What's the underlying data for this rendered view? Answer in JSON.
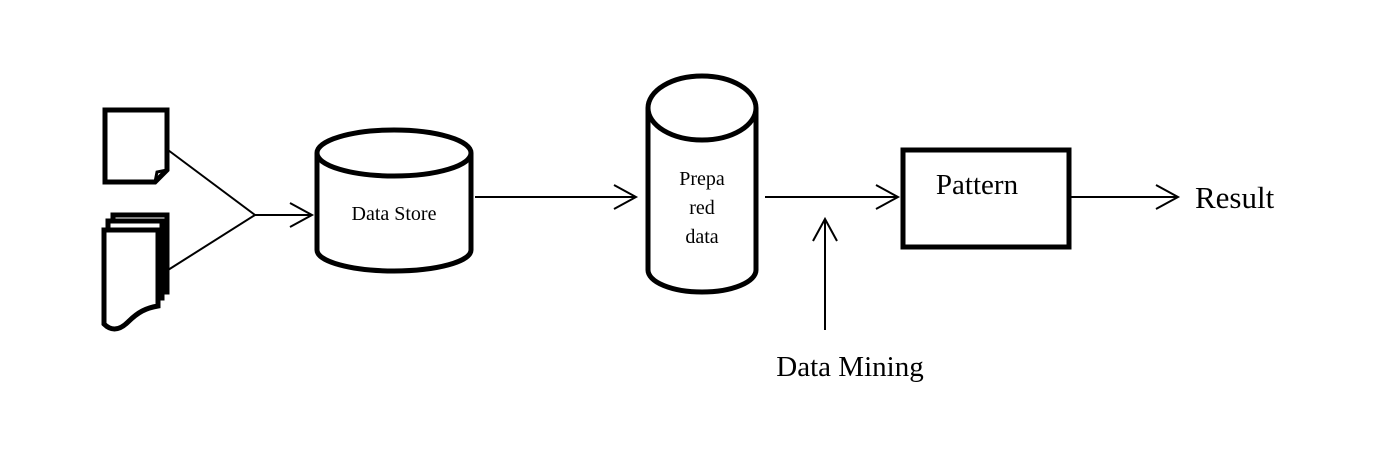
{
  "diagram": {
    "nodes": {
      "data_store": {
        "label": "Data Store"
      },
      "prepared_data": {
        "label_lines": [
          "Prepa",
          "red",
          "data"
        ]
      },
      "pattern": {
        "label": "Pattern"
      },
      "result": {
        "label": "Result"
      },
      "data_mining": {
        "label": "Data Mining"
      }
    },
    "edges": [
      {
        "from": "documents",
        "to": "data_store"
      },
      {
        "from": "data_store",
        "to": "prepared_data"
      },
      {
        "from": "prepared_data",
        "to": "pattern"
      },
      {
        "from": "data_mining",
        "to": "prepared-pattern-link"
      },
      {
        "from": "pattern",
        "to": "result"
      }
    ]
  }
}
